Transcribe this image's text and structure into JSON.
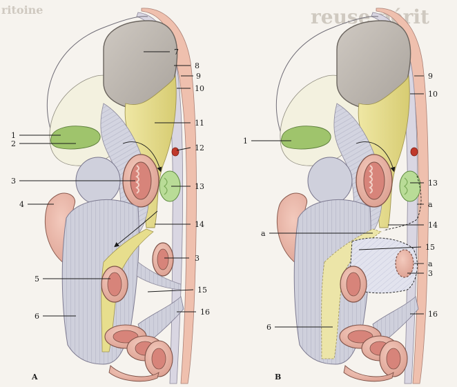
{
  "background_heading": "ritoine",
  "background_heading_right": "reuse périt",
  "panels": [
    {
      "letter": "A",
      "labels": {
        "n1": "1",
        "n2": "2",
        "n3": "3",
        "n3b": "3",
        "n4": "4",
        "n5": "5",
        "n6": "6",
        "n7": "7",
        "n8": "8",
        "n9": "9",
        "n10": "10",
        "n11": "11",
        "n12": "12",
        "n13": "13",
        "n14": "14",
        "n15": "15",
        "n16": "16"
      }
    },
    {
      "letter": "B",
      "labels": {
        "n1": "1",
        "n9": "9",
        "n10": "10",
        "n13": "13",
        "a1": "a",
        "a2": "a",
        "n14": "14",
        "n15": "15",
        "a3": "a",
        "n3": "3",
        "n6": "6",
        "n16": "16"
      }
    }
  ],
  "colors": {
    "peritoneum_gray": "#c9c9d6",
    "cavity_yellow": "#e8e098",
    "organ_pink": "#e6b2a4",
    "lumen_pink": "#d7847a",
    "cut_surface": "#bdb6ae",
    "green_node": "#9fc46c",
    "bile_green": "#8fbf5a",
    "artery_red": "#c0392b"
  }
}
